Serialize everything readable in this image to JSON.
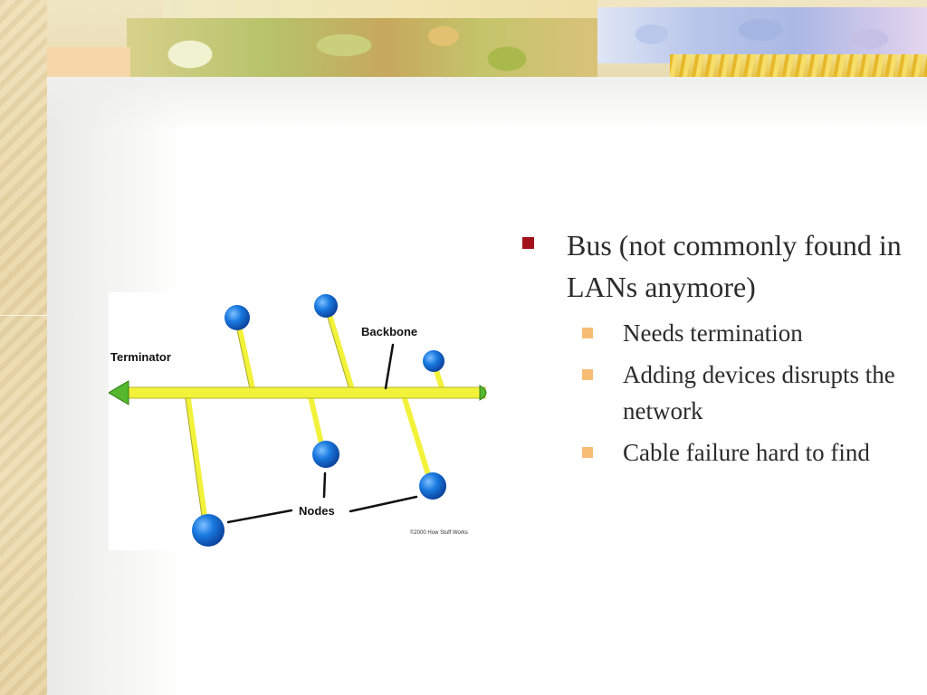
{
  "slide": {
    "bullets": [
      {
        "text": "Bus (not commonly found in LANs anymore)",
        "sub": [
          "Needs termination",
          "Adding devices disrupts the network",
          "Cable failure hard to find"
        ]
      }
    ]
  },
  "diagram": {
    "labels": {
      "terminator": "Terminator",
      "backbone": "Backbone",
      "nodes": "Nodes",
      "credit": "©2000 How Stuff Works"
    }
  },
  "colors": {
    "cable": "#f2f23a",
    "node": "#1a7ae0",
    "terminator": "#55b82e",
    "bullet_primary": "#a3121c",
    "bullet_secondary": "#f7bd74"
  }
}
